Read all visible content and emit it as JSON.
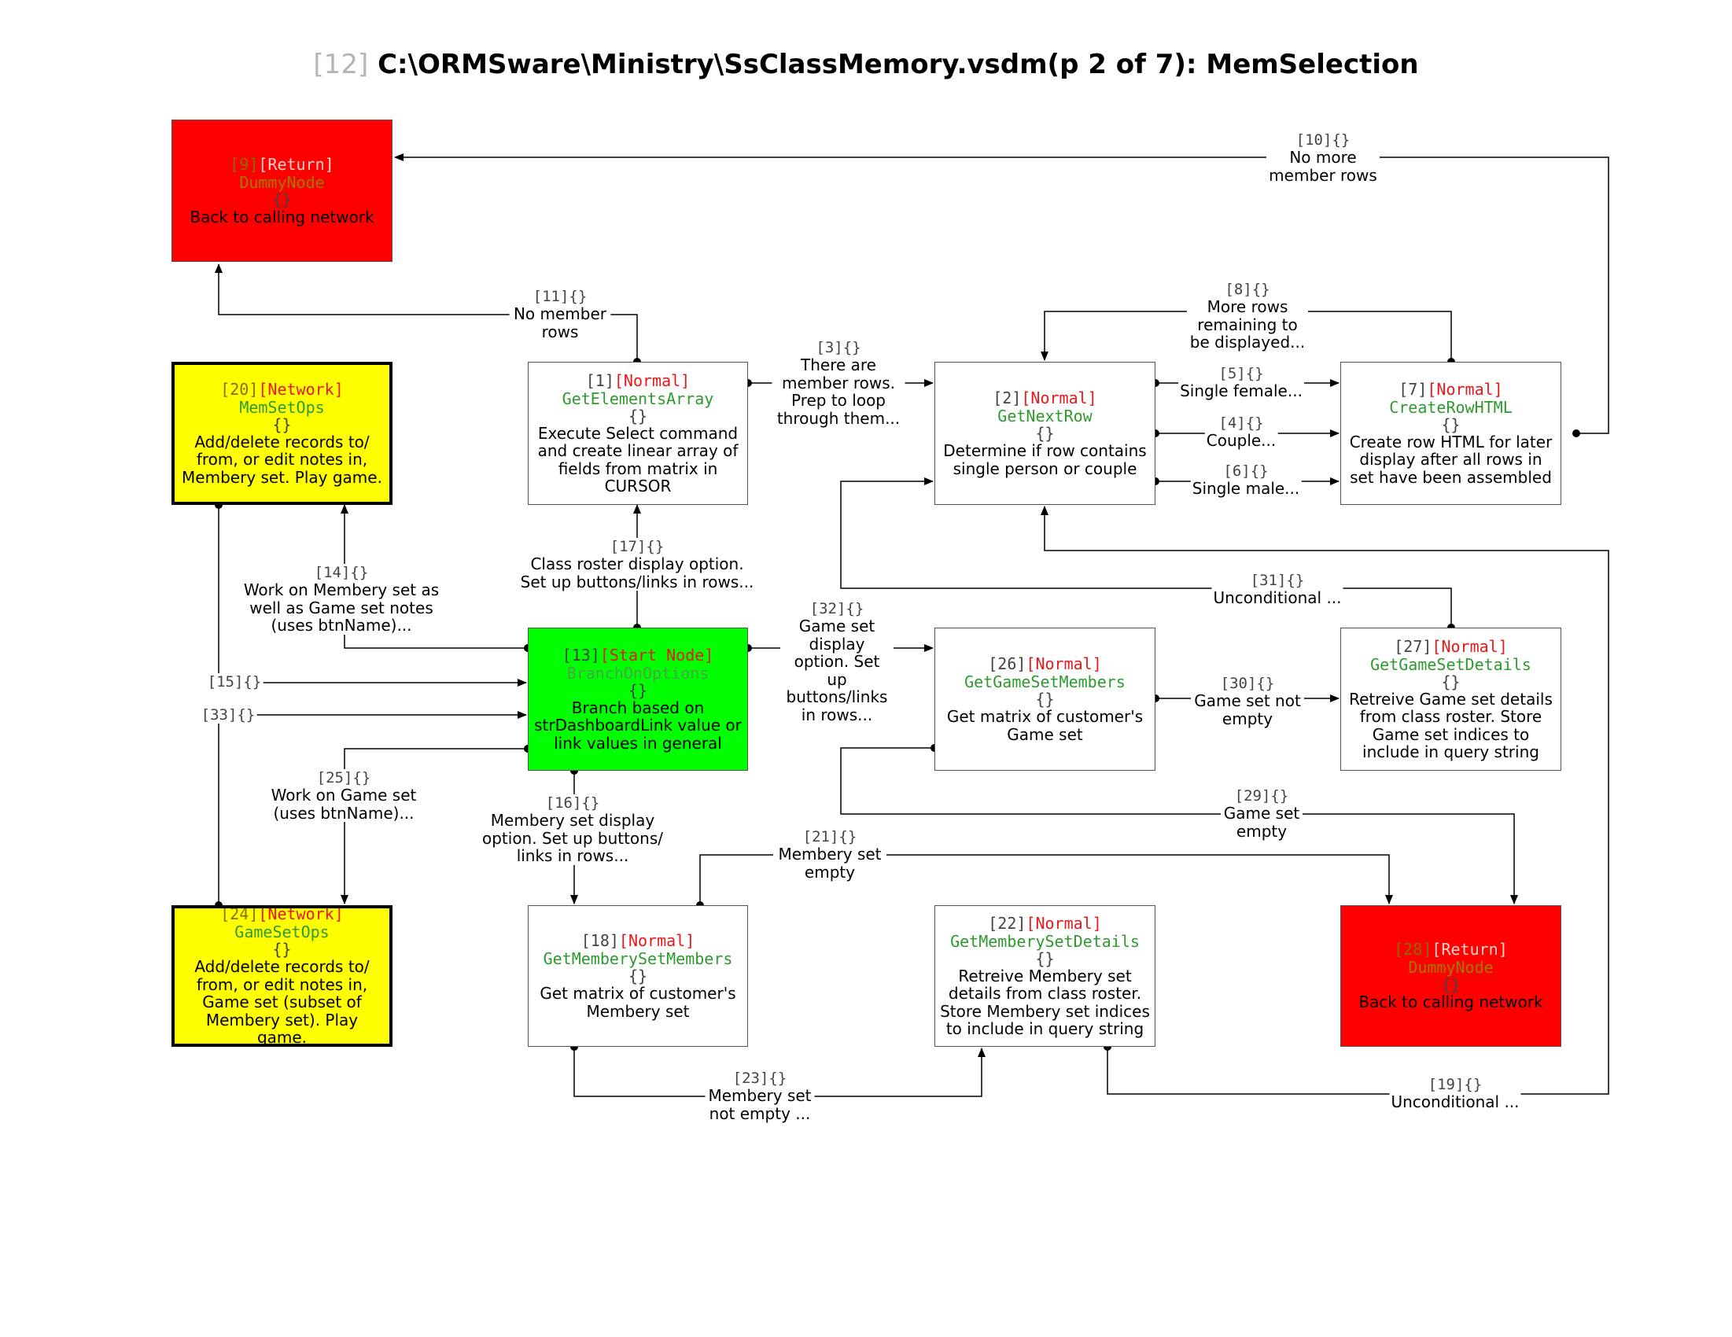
{
  "title": {
    "number": "[12]",
    "text": "C:\\ORMSware\\Ministry\\SsClassMemory.vsdm(p 2 of 7): MemSelection"
  },
  "nodes": {
    "n9": {
      "id": "[9]",
      "kind": "[Return]",
      "name": "DummyNode",
      "braces": "{}",
      "desc": "Back to calling network"
    },
    "n20": {
      "id": "[20]",
      "kind": "[Network]",
      "name": "MemSetOps",
      "braces": "{}",
      "desc": "Add/delete records to/ from, or edit notes in, Membery set. Play game."
    },
    "n1": {
      "id": "[1]",
      "kind": "[Normal]",
      "name": "GetElementsArray",
      "braces": "{}",
      "desc": "Execute Select command and create linear array of fields from matrix in CURSOR"
    },
    "n2": {
      "id": "[2]",
      "kind": "[Normal]",
      "name": "GetNextRow",
      "braces": "{}",
      "desc": "Determine if row contains single person or couple"
    },
    "n7": {
      "id": "[7]",
      "kind": "[Normal]",
      "name": "CreateRowHTML",
      "braces": "{}",
      "desc": "Create row HTML for later display after all rows in set have been assembled"
    },
    "n13": {
      "id": "[13]",
      "kind": "[Start Node]",
      "name": "BranchOnOptions",
      "braces": "{}",
      "desc": "Branch based on strDashboardLink value or link values in general"
    },
    "n26": {
      "id": "[26]",
      "kind": "[Normal]",
      "name": "GetGameSetMembers",
      "braces": "{}",
      "desc": "Get matrix of customer's Game set"
    },
    "n27": {
      "id": "[27]",
      "kind": "[Normal]",
      "name": "GetGameSetDetails",
      "braces": "{}",
      "desc": "Retreive Game set details from class roster. Store Game set indices to include in query string"
    },
    "n24": {
      "id": "[24]",
      "kind": "[Network]",
      "name": "GameSetOps",
      "braces": "{}",
      "desc": "Add/delete records to/ from, or edit notes in, Game set (subset of Membery set). Play game."
    },
    "n18": {
      "id": "[18]",
      "kind": "[Normal]",
      "name": "GetMemberySetMembers",
      "braces": "{}",
      "desc": "Get matrix of customer's Membery set"
    },
    "n22": {
      "id": "[22]",
      "kind": "[Normal]",
      "name": "GetMemberySetDetails",
      "braces": "{}",
      "desc": "Retreive Membery set details from class roster. Store Membery set indices to include in query string"
    },
    "n28": {
      "id": "[28]",
      "kind": "[Return]",
      "name": "DummyNode",
      "braces": "{}",
      "desc": "Back to calling network"
    }
  },
  "edges": {
    "e10": {
      "id": "[10]{}",
      "text": "No more member rows"
    },
    "e11": {
      "id": "[11]{}",
      "text": "No member rows"
    },
    "e8": {
      "id": "[8]{}",
      "text": "More rows remaining to be displayed..."
    },
    "e3": {
      "id": "[3]{}",
      "text": "There are member rows. Prep to loop through them..."
    },
    "e5": {
      "id": "[5]{}",
      "text": "Single female..."
    },
    "e4": {
      "id": "[4]{}",
      "text": "Couple..."
    },
    "e6": {
      "id": "[6]{}",
      "text": "Single male..."
    },
    "e17": {
      "id": "[17]{}",
      "text": "Class roster display option. Set up buttons/links in rows..."
    },
    "e14": {
      "id": "[14]{}",
      "text": "Work on Membery set as well as Game set notes (uses btnName)..."
    },
    "e31": {
      "id": "[31]{}",
      "text": "Unconditional ..."
    },
    "e32": {
      "id": "[32]{}",
      "text": "Game set display option. Set up buttons/links in rows..."
    },
    "e15": {
      "id": "[15]{}",
      "text": ""
    },
    "e33": {
      "id": "[33]{}",
      "text": ""
    },
    "e30": {
      "id": "[30]{}",
      "text": "Game set not empty"
    },
    "e25": {
      "id": "[25]{}",
      "text": "Work on Game set (uses btnName)..."
    },
    "e16": {
      "id": "[16]{}",
      "text": "Membery set display option. Set up buttons/ links in rows..."
    },
    "e29": {
      "id": "[29]{}",
      "text": "Game set empty"
    },
    "e21": {
      "id": "[21]{}",
      "text": "Membery set empty"
    },
    "e23": {
      "id": "[23]{}",
      "text": "Membery set not empty ..."
    },
    "e19": {
      "id": "[19]{}",
      "text": "Unconditional ..."
    }
  },
  "colors": {
    "return_fill": "#ff0000",
    "network_fill": "#ffff00",
    "start_fill": "#00ff00",
    "normal_fill": "#ffffff",
    "kind_text": "#e8181b",
    "name_green": "#2e9a2e",
    "name_olive": "#9a7a00",
    "name_return": "#8a6d00",
    "start_name": "#4aa44a"
  }
}
